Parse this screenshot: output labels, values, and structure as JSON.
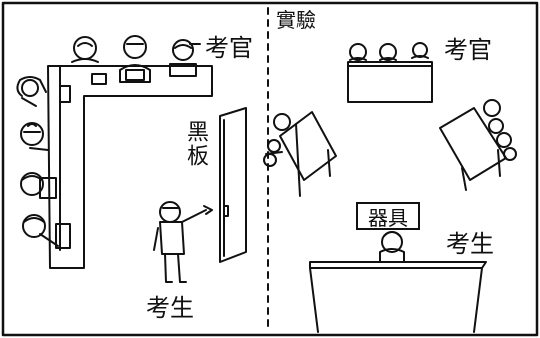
{
  "left_scene": {
    "examiners_label": "考官",
    "board_label": "黑板",
    "candidate_label": "考生"
  },
  "right_scene": {
    "lab_label": "實驗",
    "examiners_label": "考官",
    "equipment_label": "器具",
    "candidate_label": "考生"
  },
  "colors": {
    "ink": "#111111",
    "background": "#ffffff"
  }
}
